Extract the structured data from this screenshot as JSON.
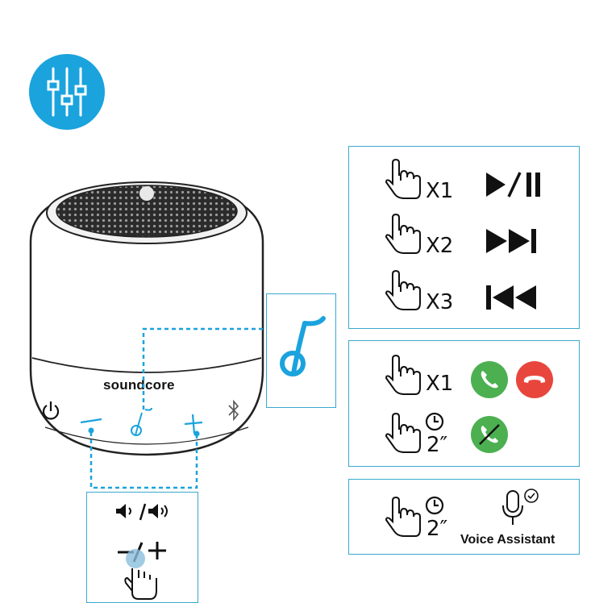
{
  "brand": {
    "name": "soundcore"
  },
  "controls": {
    "play_pause": {
      "tap_label": "X1",
      "action_icon": "play-pause-icon"
    },
    "next_track": {
      "tap_label": "X2",
      "action_icon": "next-track-icon"
    },
    "prev_track": {
      "tap_label": "X3",
      "action_icon": "previous-track-icon"
    }
  },
  "call": {
    "answer_tap_label": "X1",
    "reject_hold_label": "2″",
    "answer_color": "#4cb050",
    "reject_color": "#e8463c"
  },
  "voice": {
    "hold_label": "2″",
    "title": "Voice Assistant"
  },
  "volume": {
    "icons": "volume-down-up-icon"
  },
  "colors": {
    "accent": "#1aa3dd",
    "panel_border": "#3aa8cf"
  }
}
